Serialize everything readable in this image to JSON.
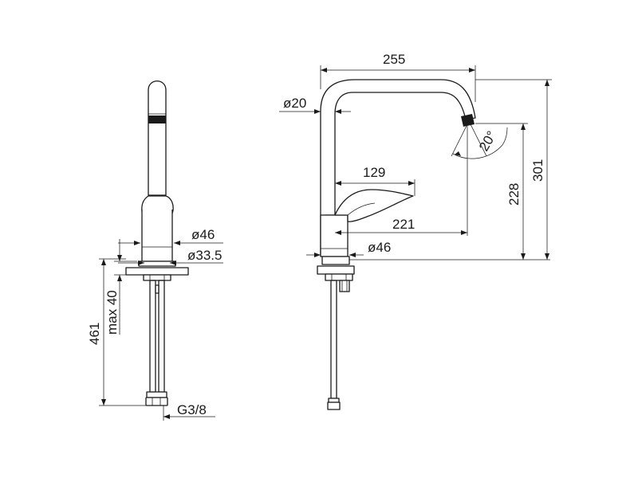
{
  "drawing": {
    "dimensions": {
      "width_total": "255",
      "spout_diameter": "ø20",
      "handle_reach": "129",
      "spout_reach": "221",
      "base_diameter_side": "ø46",
      "base_diameter_front": "ø46",
      "shank_diameter": "ø33.5",
      "outlet_angle": "20°",
      "outlet_height": "228",
      "total_height": "301",
      "overall_length": "461",
      "max_counter_thickness": "max 40",
      "connection_thread": "G3/8"
    }
  }
}
